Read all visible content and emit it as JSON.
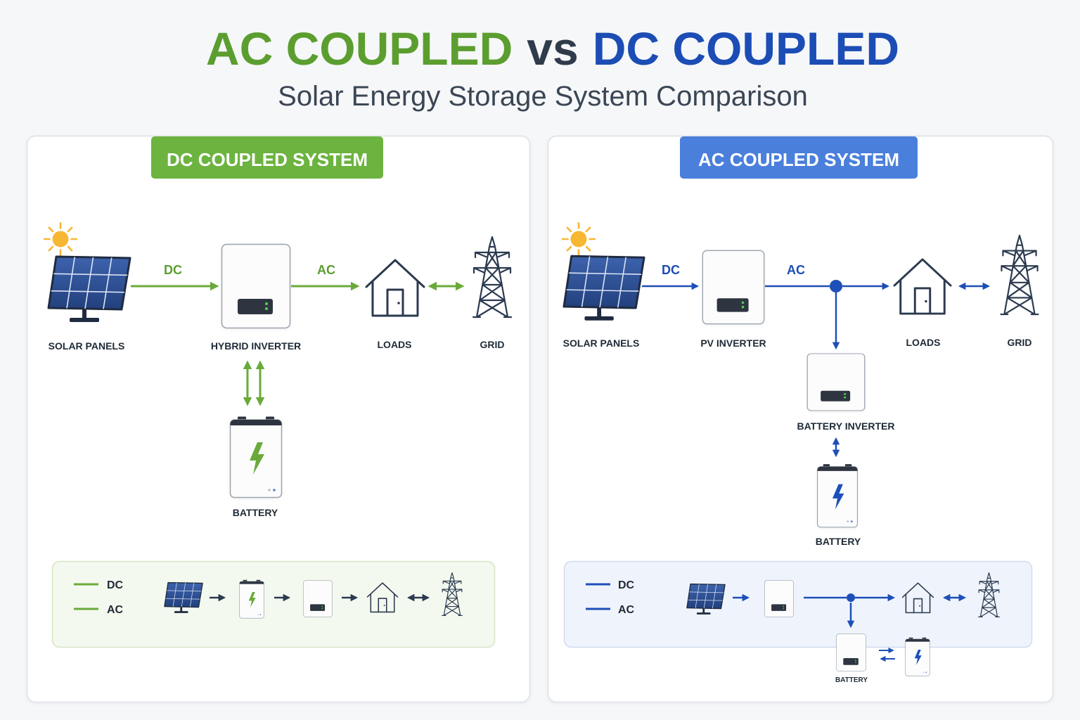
{
  "title": {
    "first": "AC COUPLED",
    "vs": "vs",
    "second": "DC COUPLED"
  },
  "subtitle": "Solar Energy Storage System Comparison",
  "colors": {
    "title_ac_green": "#5b9e2f",
    "title_vs": "#2f3b4a",
    "title_dc_blue": "#1b4db5",
    "dc_badge_green": "#6cb33f",
    "ac_badge_blue": "#4a7fdb",
    "dc_flow_green": "#6aaa3a",
    "ac_flow_blue": "#1e4fb8",
    "sun_yellow": "#f7b733"
  },
  "icons": {
    "sun": "sun-icon",
    "solar_panels": "solar-panel-icon",
    "inverter": "inverter-icon",
    "battery": "battery-icon",
    "loads": "house-icon",
    "grid": "transmission-tower-icon"
  },
  "dc_system": {
    "header": "DC COUPLED SYSTEM",
    "flow_labels": {
      "panels_to_inverter": "DC",
      "inverter_to_loads": "AC"
    },
    "components": {
      "solar_panels": "SOLAR PANELS",
      "inverter": "HYBRID INVERTER",
      "loads": "LOADS",
      "grid": "GRID",
      "battery": "BATTERY"
    },
    "legend": {
      "line_1": "DC",
      "line_2": "AC"
    }
  },
  "ac_system": {
    "header": "AC COUPLED SYSTEM",
    "flow_labels": {
      "panels_to_inverter": "DC",
      "inverter_to_loads": "AC"
    },
    "components": {
      "solar_panels": "SOLAR PANELS",
      "inverter": "PV INVERTER",
      "loads": "LOADS",
      "grid": "GRID",
      "battery_inverter": "BATTERY INVERTER",
      "battery": "BATTERY"
    },
    "legend": {
      "line_1": "DC",
      "line_2": "AC",
      "mini_battery_label": "BATTERY"
    }
  }
}
